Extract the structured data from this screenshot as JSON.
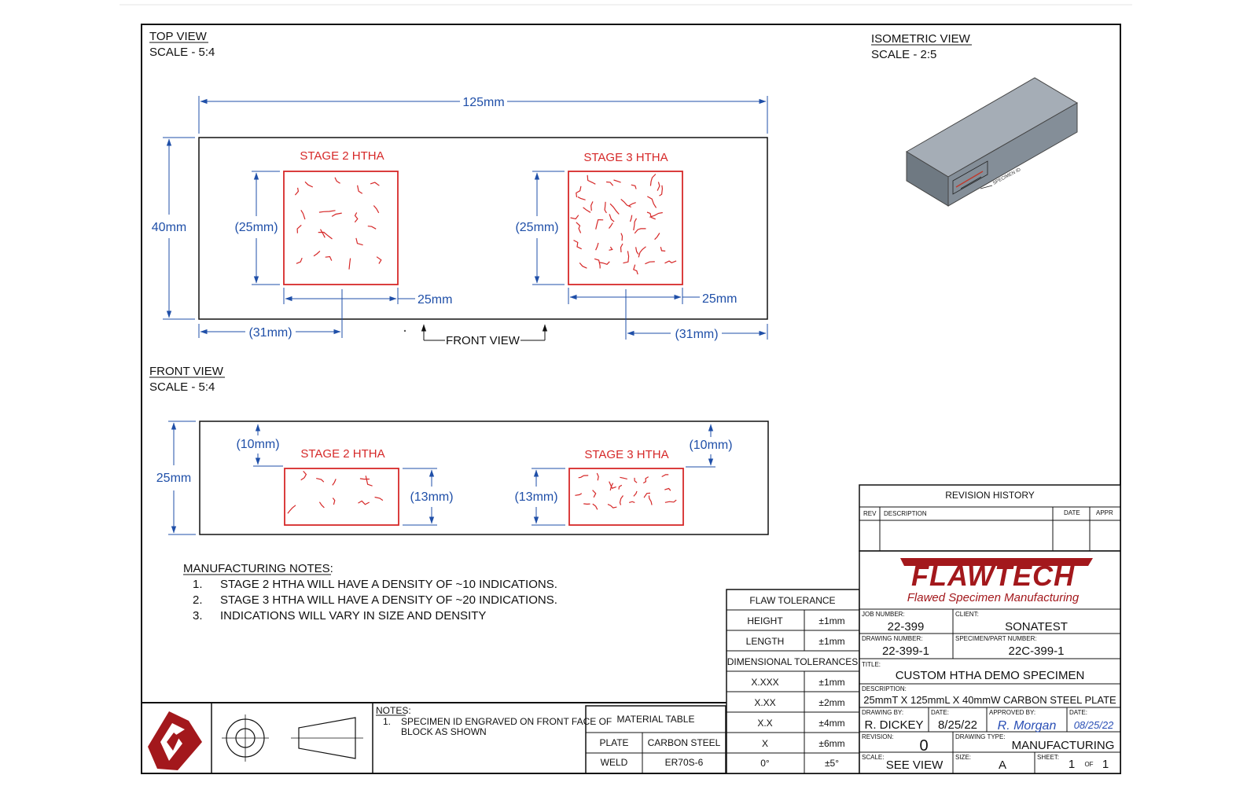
{
  "top_view": {
    "title": "TOP VIEW",
    "scale": "SCALE - 5:4"
  },
  "front_view": {
    "title": "FRONT VIEW",
    "scale": "SCALE - 5:4"
  },
  "iso_view": {
    "title": "ISOMETRIC VIEW",
    "scale": "SCALE - 2:5",
    "specimen_id_label": "SPECIMEN ID"
  },
  "top_dims": {
    "overall_length": "125mm",
    "width": "40mm",
    "stage2_h": "(25mm)",
    "stage3_h": "(25mm)",
    "stage2_w": "25mm",
    "stage3_w": "25mm",
    "offset_left": "(31mm)",
    "offset_right": "(31mm)",
    "front_view_arrow": "FRONT VIEW"
  },
  "front_dims": {
    "thickness": "25mm",
    "depth_left": "(10mm)",
    "depth_right": "(10mm)",
    "stage2_h": "(13mm)",
    "stage3_h": "(13mm)"
  },
  "zones": {
    "stage2": "STAGE 2 HTHA",
    "stage3": "STAGE 3 HTHA"
  },
  "manufacturing_notes": {
    "heading": "MANUFACTURING NOTES:",
    "items": [
      {
        "num": "1.",
        "text": "STAGE 2 HTHA WILL HAVE A DENSITY OF ~10 INDICATIONS."
      },
      {
        "num": "2.",
        "text": "STAGE 3 HTHA WILL HAVE A DENSITY OF ~20 INDICATIONS."
      },
      {
        "num": "3.",
        "text": "INDICATIONS WILL VARY IN SIZE AND DENSITY"
      }
    ]
  },
  "notes": {
    "heading": "NOTES:",
    "num": "1.",
    "line1": "SPECIMEN ID ENGRAVED ON FRONT FACE OF",
    "line2": "BLOCK AS SHOWN"
  },
  "material_table": {
    "title": "MATERIAL TABLE",
    "rows": [
      {
        "part": "PLATE",
        "material": "CARBON STEEL"
      },
      {
        "part": "WELD",
        "material": "ER70S-6"
      }
    ]
  },
  "flaw_tolerance": {
    "title": "FLAW TOLERANCE",
    "rows": [
      {
        "label": "HEIGHT",
        "value": "±1mm"
      },
      {
        "label": "LENGTH",
        "value": "±1mm"
      }
    ]
  },
  "dimensional_tolerances": {
    "title": "DIMENSIONAL TOLERANCES",
    "rows": [
      {
        "label": "X.XXX",
        "value": "±1mm"
      },
      {
        "label": "X.XX",
        "value": "±2mm"
      },
      {
        "label": "X.X",
        "value": "±4mm"
      },
      {
        "label": "X",
        "value": "±6mm"
      },
      {
        "label": "0°",
        "value": "±5°"
      }
    ]
  },
  "revision_history": {
    "title": "REVISION HISTORY",
    "rev": "REV",
    "description": "DESCRIPTION",
    "date": "DATE",
    "appr": "APPR"
  },
  "company": {
    "name": "FLAWTECH",
    "tagline": "Flawed Specimen Manufacturing",
    "brand_color": "#a3181c"
  },
  "title_block": {
    "job_number_label": "JOB NUMBER:",
    "job_number": "22-399",
    "client_label": "CLIENT:",
    "client": "SONATEST",
    "drawing_number_label": "DRAWING NUMBER:",
    "drawing_number": "22-399-1",
    "part_number_label": "SPECIMEN/PART NUMBER:",
    "part_number": "22C-399-1",
    "title_label": "TITLE:",
    "title": "CUSTOM HTHA DEMO SPECIMEN",
    "description_label": "DESCRIPTION:",
    "description": "25mmT X 125mmL X 40mmW CARBON STEEL PLATE",
    "drawn_by_label": "DRAWING BY:",
    "drawn_by": "R. DICKEY",
    "date_label": "DATE:",
    "date": "8/25/22",
    "approved_by_label": "APPROVED BY:",
    "approved_by": "R. Morgan",
    "approved_date_label": "DATE:",
    "approved_date": "08/25/22",
    "revision_label": "REVISION:",
    "revision": "0",
    "drawing_type_label": "DRAWING TYPE:",
    "drawing_type": "MANUFACTURING",
    "scale_label": "SCALE:",
    "scale": "SEE VIEW",
    "size_label": "SIZE:",
    "size": "A",
    "sheet_label": "SHEET:",
    "sheet": "1",
    "of": "OF",
    "sheets": "1"
  },
  "colors": {
    "dimension": "#1f4fa8",
    "flaw": "#d62828",
    "block": "#7d8792",
    "signature": "#2a4fb5"
  }
}
